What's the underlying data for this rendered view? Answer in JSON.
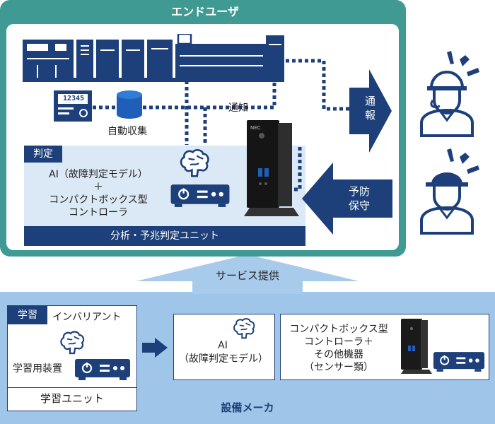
{
  "top_section": {
    "title": "エンドユーザ",
    "notify_label": "通知",
    "auto_collect_label": "自動収集",
    "judgement_tab": "判定",
    "ai_line1": "AI（故障判定モデル）",
    "ai_plus": "＋",
    "ai_line2": "コンパクトボックス型",
    "ai_line3": "コントローラ",
    "unit_label": "分析・予兆判定ユニット",
    "meter_reading": "12345"
  },
  "arrows": {
    "report": [
      "通",
      "報"
    ],
    "preventive": [
      "予防",
      "保守"
    ],
    "service_label": "サービス提供"
  },
  "bottom_section": {
    "learning_tab": "学習",
    "invariant_label": "インバリアント",
    "learning_device_label": "学習用装置",
    "learning_unit_label": "学習ユニット",
    "ai_model_line1": "AI",
    "ai_model_line2": "（故障判定モデル）",
    "controller_line1": "コンパクトボックス型",
    "controller_line2": "コントローラ＋",
    "controller_line3": "その他機器",
    "controller_line4": "（センサー類）",
    "title": "設備メーカ"
  },
  "pc_brand": "NEC",
  "colors": {
    "teal": "#3f9a93",
    "navy": "#1d3f7a",
    "light_blue": "#dbe8f5",
    "bottom_blue": "#9fc5e8"
  },
  "icons": [
    "factory-machine-icon",
    "meter-icon",
    "database-icon",
    "brain-icon",
    "controller-icon",
    "mini-pc-icon",
    "worker-helmet-icon",
    "worker-cap-icon"
  ]
}
